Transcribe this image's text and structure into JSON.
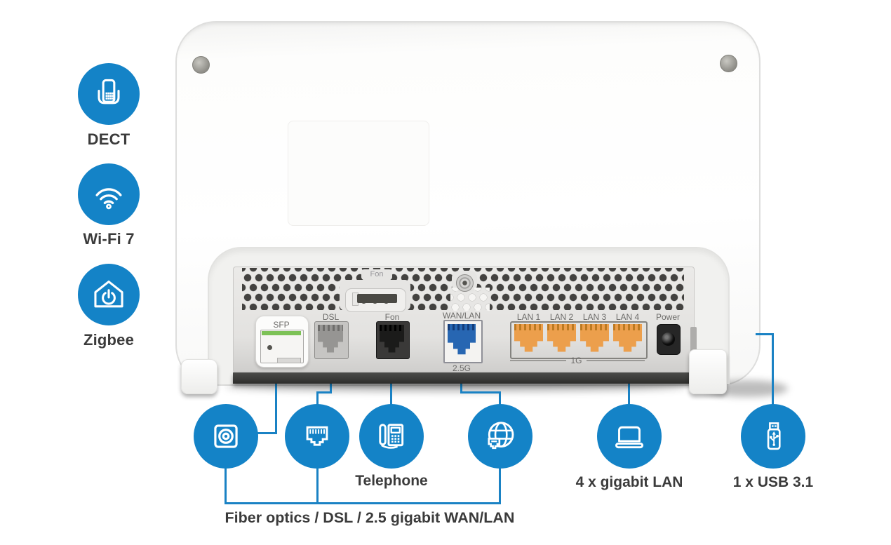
{
  "colors": {
    "accent_blue": "#1483c7",
    "label_text": "#3b3b3b",
    "port_label_text": "#6c6b69",
    "lan_port_orange": "#ec9f4c",
    "wan_port_blue": "#2766b2",
    "panel_gray": "#e6e5e3",
    "sfp_green": "#7cc156"
  },
  "features": {
    "dect": "DECT",
    "wifi": "Wi-Fi 7",
    "zigbee": "Zigbee"
  },
  "router": {
    "vent_label": "Fon",
    "port_sfp": "SFP",
    "port_dsl": "DSL",
    "port_fon": "Fon",
    "port_wan": "WAN/LAN",
    "wan_speed": "2.5G",
    "lan_labels": [
      "LAN 1",
      "LAN 2",
      "LAN 3",
      "LAN 4"
    ],
    "lan_speed": "1G",
    "port_power": "Power"
  },
  "callouts": {
    "telephone": "Telephone",
    "lan": "4 x gigabit LAN",
    "usb": "1 x USB 3.1",
    "combined": "Fiber optics / DSL / 2.5 gigabit WAN/LAN"
  },
  "icons": {
    "left": [
      "dect-phone-icon",
      "wifi-icon",
      "zigbee-home-icon"
    ],
    "bottom": [
      "fiber-socket-icon",
      "rj45-jack-icon",
      "telephone-icon",
      "wan-globe-icon",
      "laptop-icon",
      "usb-stick-icon"
    ]
  }
}
